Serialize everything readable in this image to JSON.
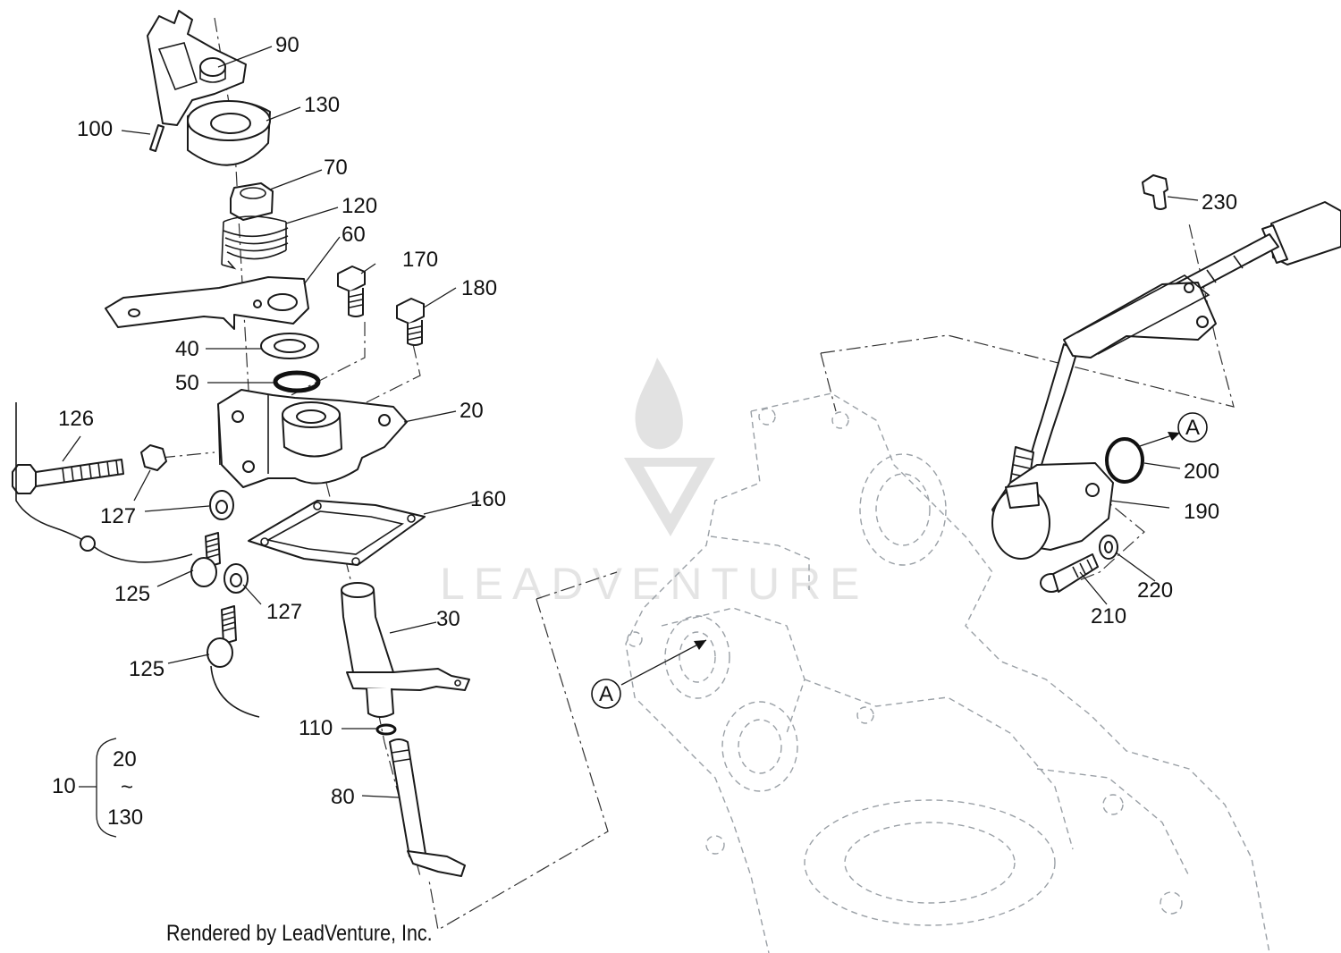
{
  "watermark": {
    "text": "LEADVENTURE"
  },
  "footer": {
    "text": "Rendered by LeadVenture, Inc."
  },
  "callouts": {
    "c90": "90",
    "c100": "100",
    "c130": "130",
    "c70": "70",
    "c120": "120",
    "c60": "60",
    "c170": "170",
    "c180": "180",
    "c40": "40",
    "c50": "50",
    "c20": "20",
    "c126": "126",
    "c127a": "127",
    "c127b": "127",
    "c160": "160",
    "c125a": "125",
    "c125b": "125",
    "c30": "30",
    "c110": "110",
    "c80": "80",
    "c230": "230",
    "c200": "200",
    "c190": "190",
    "c220": "220",
    "c210": "210"
  },
  "group": {
    "id": "10",
    "from": "20",
    "tilde": "~",
    "to": "130"
  },
  "references": {
    "refA1": "A",
    "refA2": "A"
  },
  "icons": {
    "watermark_logo": "flame-v-logo-icon"
  },
  "colors": {
    "ink": "#1a1a1a",
    "ghost": "#9aa0a6",
    "watermark": "#e2e2e2"
  }
}
